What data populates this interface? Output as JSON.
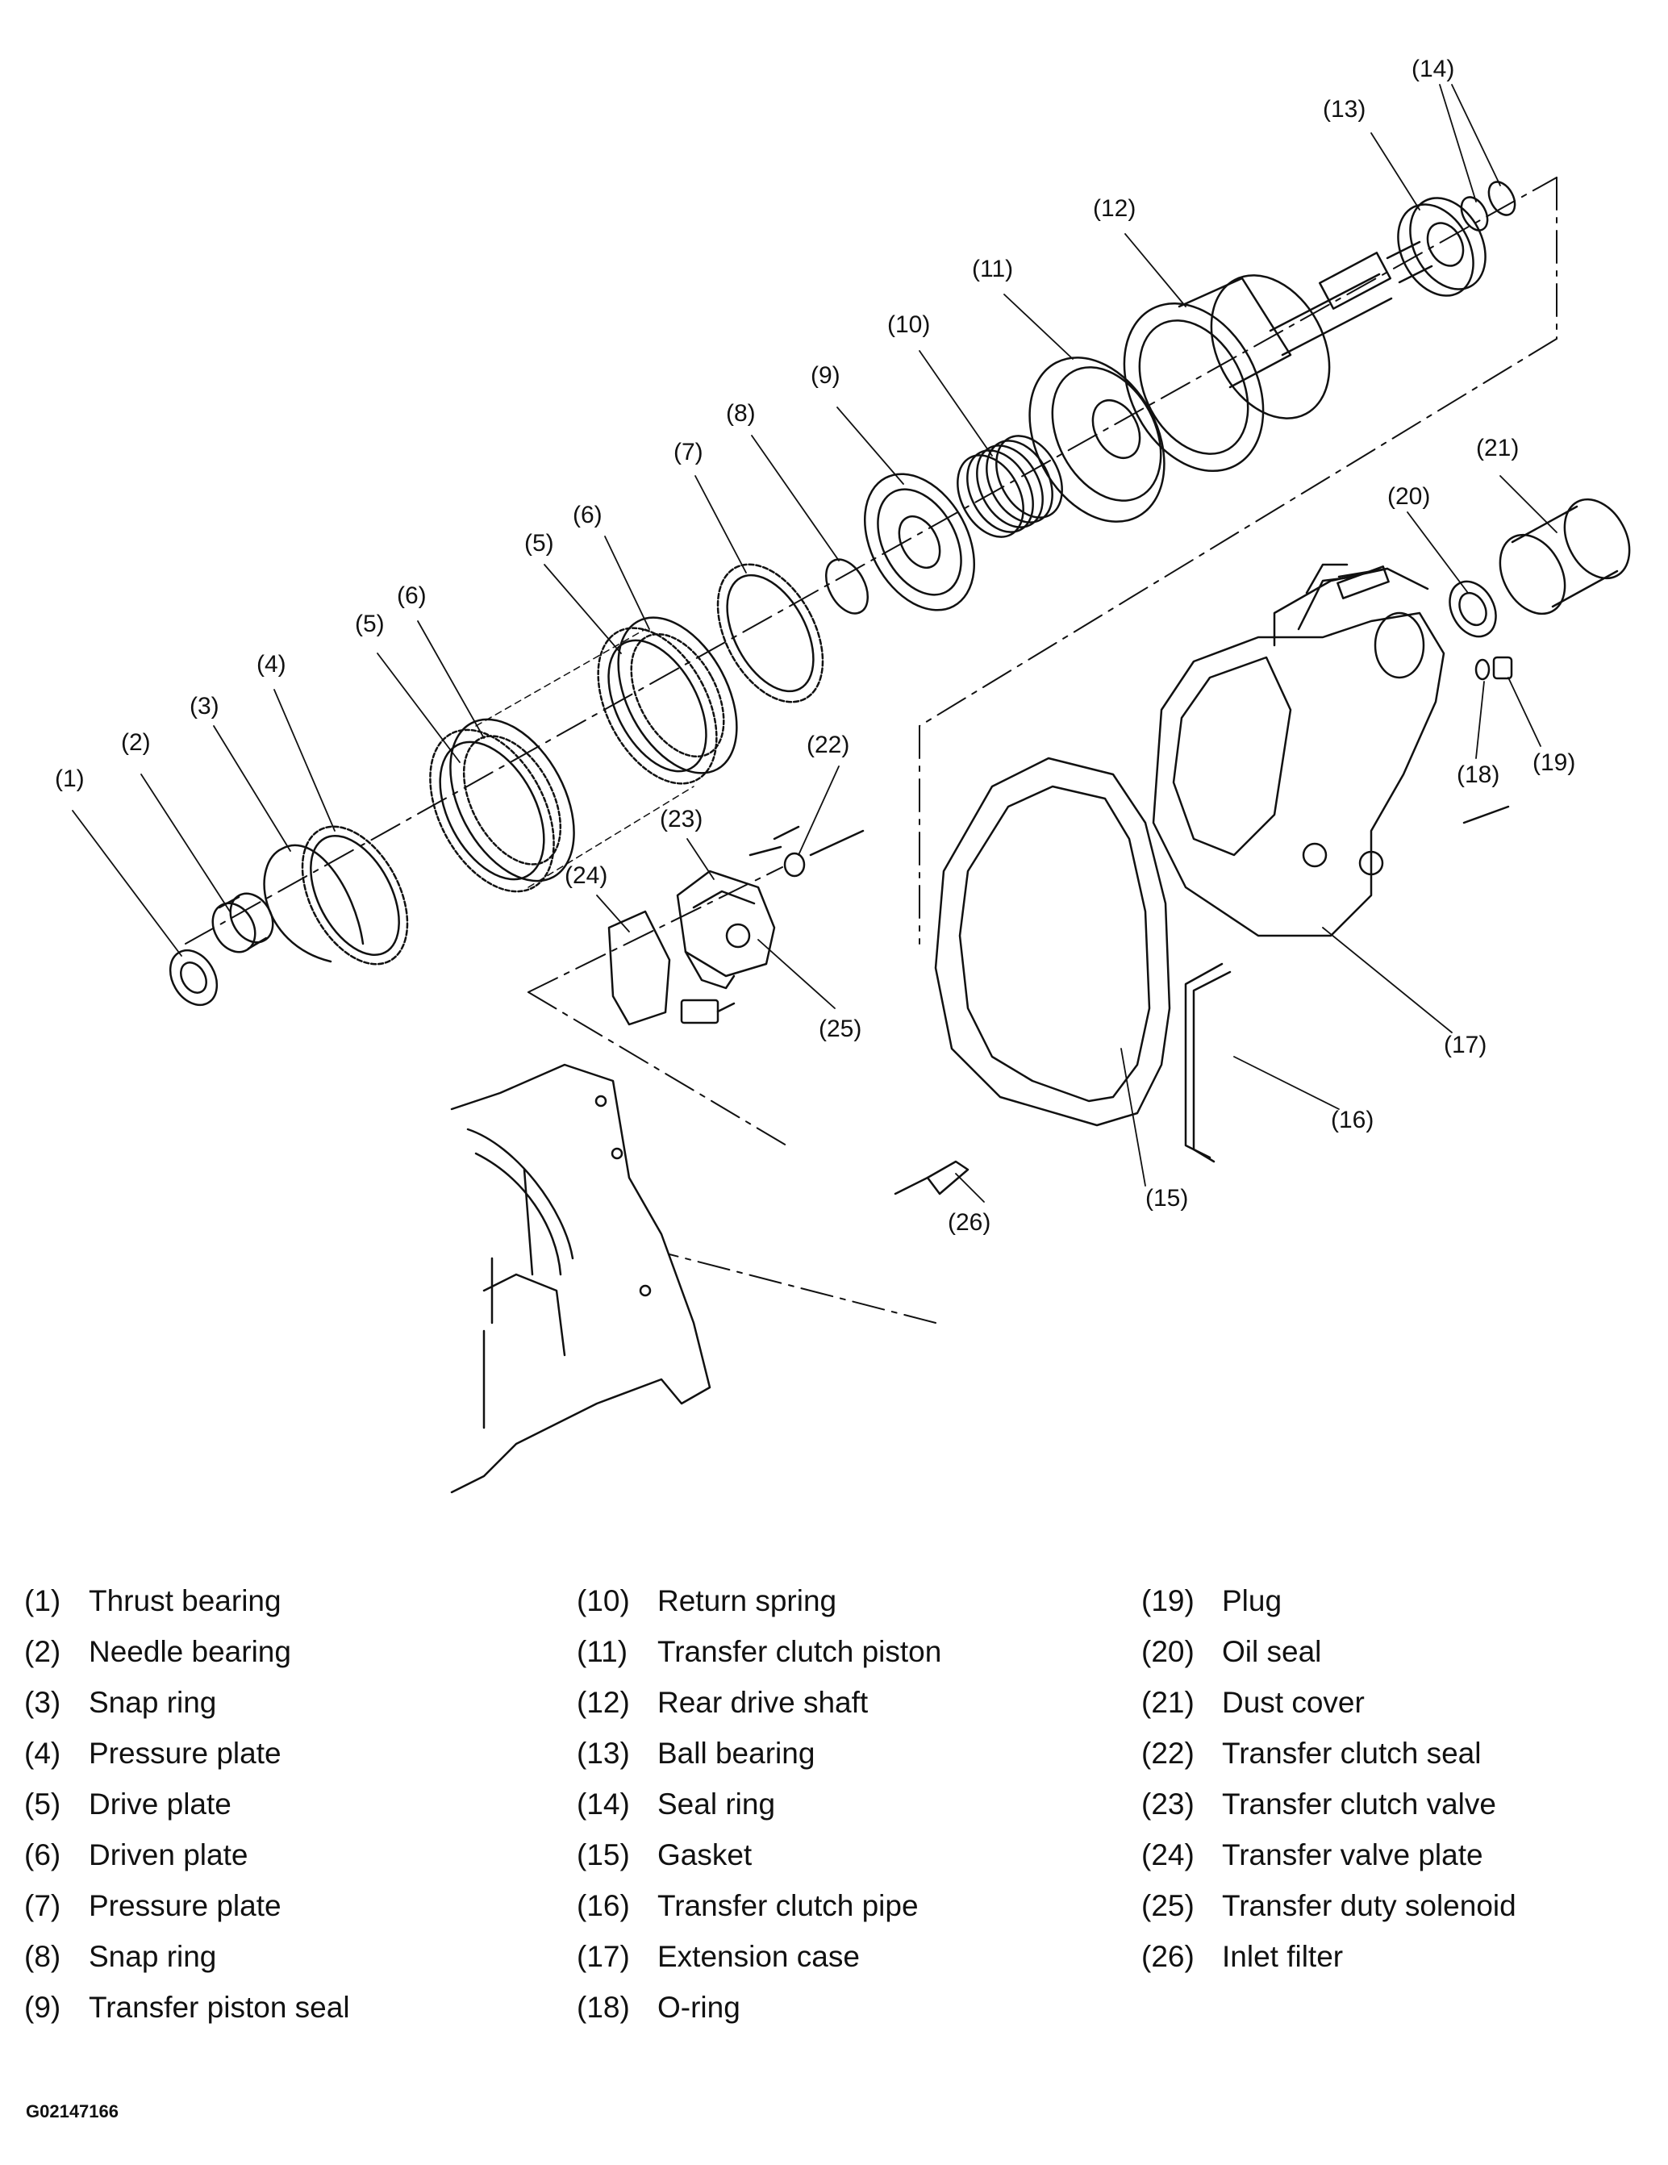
{
  "callouts": [
    "(1)",
    "(2)",
    "(3)",
    "(4)",
    "(5)",
    "(6)",
    "(5)",
    "(6)",
    "(7)",
    "(8)",
    "(9)",
    "(10)",
    "(11)",
    "(12)",
    "(13)",
    "(14)",
    "(15)",
    "(16)",
    "(17)",
    "(18)",
    "(19)",
    "(20)",
    "(21)",
    "(22)",
    "(23)",
    "(24)",
    "(25)",
    "(26)"
  ],
  "legend": {
    "columns": [
      [
        {
          "num": "(1)",
          "name": "Thrust bearing"
        },
        {
          "num": "(2)",
          "name": "Needle bearing"
        },
        {
          "num": "(3)",
          "name": "Snap ring"
        },
        {
          "num": "(4)",
          "name": "Pressure plate"
        },
        {
          "num": "(5)",
          "name": "Drive plate"
        },
        {
          "num": "(6)",
          "name": "Driven plate"
        },
        {
          "num": "(7)",
          "name": "Pressure plate"
        },
        {
          "num": "(8)",
          "name": "Snap ring"
        },
        {
          "num": "(9)",
          "name": "Transfer piston seal"
        }
      ],
      [
        {
          "num": "(10)",
          "name": "Return spring"
        },
        {
          "num": "(11)",
          "name": "Transfer clutch piston"
        },
        {
          "num": "(12)",
          "name": "Rear drive shaft"
        },
        {
          "num": "(13)",
          "name": "Ball bearing"
        },
        {
          "num": "(14)",
          "name": "Seal ring"
        },
        {
          "num": "(15)",
          "name": "Gasket"
        },
        {
          "num": "(16)",
          "name": "Transfer clutch pipe"
        },
        {
          "num": "(17)",
          "name": "Extension case"
        },
        {
          "num": "(18)",
          "name": "O-ring"
        }
      ],
      [
        {
          "num": "(19)",
          "name": "Plug"
        },
        {
          "num": "(20)",
          "name": "Oil seal"
        },
        {
          "num": "(21)",
          "name": "Dust cover"
        },
        {
          "num": "(22)",
          "name": "Transfer clutch seal"
        },
        {
          "num": "(23)",
          "name": "Transfer clutch valve"
        },
        {
          "num": "(24)",
          "name": "Transfer valve plate"
        },
        {
          "num": "(25)",
          "name": "Transfer duty solenoid"
        },
        {
          "num": "(26)",
          "name": "Inlet filter"
        }
      ]
    ]
  },
  "figure_code": "G02147166"
}
